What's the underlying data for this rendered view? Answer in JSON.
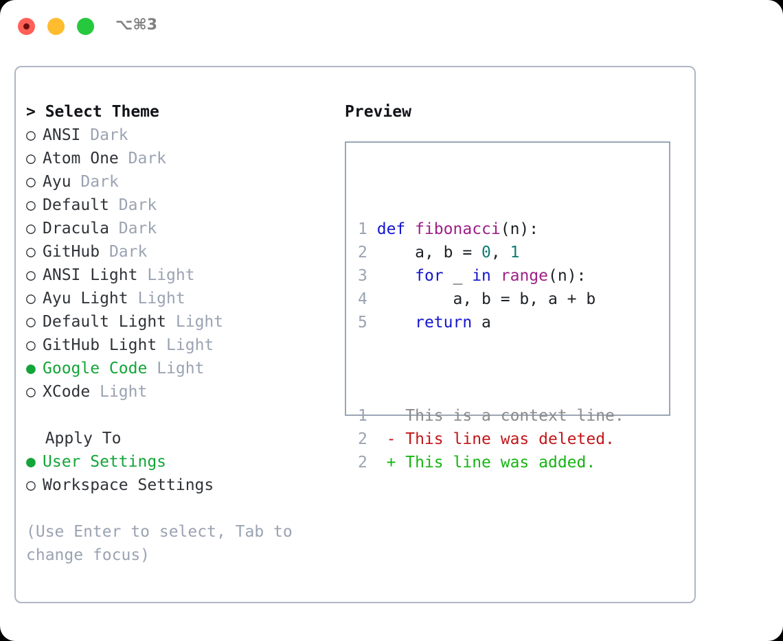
{
  "titlebar": {
    "shortcut": "⌥⌘3",
    "buttons": [
      {
        "name": "close",
        "color": "#ff5f57"
      },
      {
        "name": "minimize",
        "color": "#febc2e"
      },
      {
        "name": "zoom",
        "color": "#26c83d"
      }
    ]
  },
  "theme_picker": {
    "header": "> Select Theme",
    "items": [
      {
        "bullet": "○",
        "label": "ANSI",
        "tag": "Dark",
        "selected": false
      },
      {
        "bullet": "○",
        "label": "Atom One",
        "tag": "Dark",
        "selected": false
      },
      {
        "bullet": "○",
        "label": "Ayu",
        "tag": "Dark",
        "selected": false
      },
      {
        "bullet": "○",
        "label": "Default",
        "tag": "Dark",
        "selected": false
      },
      {
        "bullet": "○",
        "label": "Dracula",
        "tag": "Dark",
        "selected": false
      },
      {
        "bullet": "○",
        "label": "GitHub",
        "tag": "Dark",
        "selected": false
      },
      {
        "bullet": "○",
        "label": "ANSI Light",
        "tag": "Light",
        "selected": false
      },
      {
        "bullet": "○",
        "label": "Ayu Light",
        "tag": "Light",
        "selected": false
      },
      {
        "bullet": "○",
        "label": "Default Light",
        "tag": "Light",
        "selected": false
      },
      {
        "bullet": "○",
        "label": "GitHub Light",
        "tag": "Light",
        "selected": false
      },
      {
        "bullet": "●",
        "label": "Google Code",
        "tag": "Light",
        "selected": true
      },
      {
        "bullet": "○",
        "label": "XCode",
        "tag": "Light",
        "selected": false
      }
    ]
  },
  "apply_to": {
    "title": "  Apply To",
    "items": [
      {
        "bullet": "●",
        "label": "User Settings",
        "selected": true
      },
      {
        "bullet": "○",
        "label": "Workspace Settings",
        "selected": false
      }
    ]
  },
  "hint": "(Use Enter to select, Tab to change focus)",
  "preview": {
    "title": "Preview",
    "code_lines": [
      {
        "number": "1",
        "tokens": [
          {
            "text": "def ",
            "kind": "kw"
          },
          {
            "text": "fibonacci",
            "kind": "fn"
          },
          {
            "text": "(n):",
            "kind": "pl"
          }
        ]
      },
      {
        "number": "2",
        "tokens": [
          {
            "text": "    a, b = ",
            "kind": "pl"
          },
          {
            "text": "0",
            "kind": "num"
          },
          {
            "text": ", ",
            "kind": "pl"
          },
          {
            "text": "1",
            "kind": "num"
          }
        ]
      },
      {
        "number": "3",
        "tokens": [
          {
            "text": "    ",
            "kind": "pl"
          },
          {
            "text": "for",
            "kind": "kw"
          },
          {
            "text": " _ ",
            "kind": "pl"
          },
          {
            "text": "in",
            "kind": "kw"
          },
          {
            "text": " ",
            "kind": "pl"
          },
          {
            "text": "range",
            "kind": "fn"
          },
          {
            "text": "(n):",
            "kind": "pl"
          }
        ]
      },
      {
        "number": "4",
        "tokens": [
          {
            "text": "        a, b = b, a + b",
            "kind": "pl"
          }
        ]
      },
      {
        "number": "5",
        "tokens": [
          {
            "text": "    ",
            "kind": "pl"
          },
          {
            "text": "return",
            "kind": "kw"
          },
          {
            "text": " a",
            "kind": "pl"
          }
        ]
      }
    ],
    "diff_lines": [
      {
        "number": "1",
        "marker": "  ",
        "text": "This is a context line.",
        "kind": "ctx"
      },
      {
        "number": "2",
        "marker": "- ",
        "text": "This line was deleted.",
        "kind": "del"
      },
      {
        "number": "2",
        "marker": "+ ",
        "text": "This line was added.",
        "kind": "add"
      }
    ]
  },
  "colors": {
    "accent_green": "#13a538",
    "muted": "#9aa3b2",
    "border": "#aeb6c4",
    "preview_border": "#9aa5b5",
    "keyword": "#1515cf",
    "function": "#9c1f86",
    "number": "#0f7b72",
    "diff_add": "#16b512",
    "diff_del": "#c2161a",
    "diff_ctx": "#8a8a8a"
  }
}
